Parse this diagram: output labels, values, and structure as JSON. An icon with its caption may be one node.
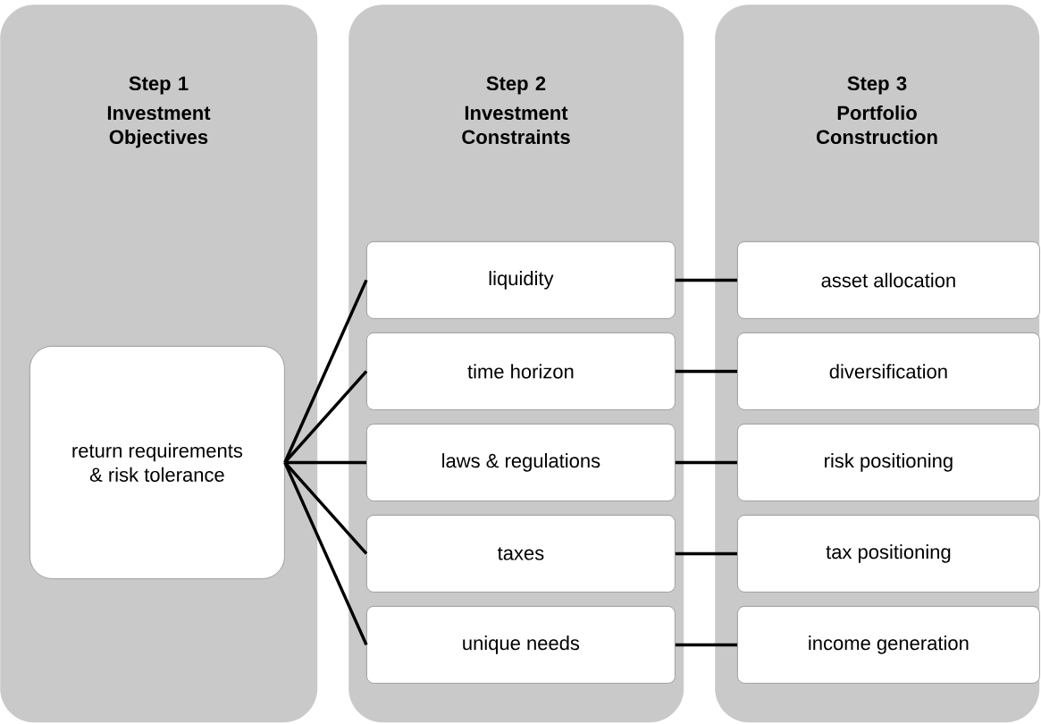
{
  "diagram": {
    "nodes": [
      {
        "text": [
          "Step 1",
          "Investment Objectives"
        ]
      },
      {
        "text": [
          "Step 2",
          "Investment Constraints"
        ]
      },
      {
        "text": [
          "Step 3",
          "Portfolio Construction"
        ]
      },
      {
        "text": [
          "return requirements & risk tolerance"
        ],
        "in": 0
      },
      {
        "text": [
          "liquidity"
        ],
        "in": 1
      },
      {
        "text": [
          "time horizon"
        ],
        "in": 1
      },
      {
        "text": [
          "laws & regulations"
        ],
        "in": 1
      },
      {
        "text": [
          "taxes"
        ],
        "in": 1
      },
      {
        "text": [
          "unique needs"
        ],
        "in": 1
      },
      {
        "text": [
          "asset allocation"
        ],
        "in": 2
      },
      {
        "text": [
          "diversification"
        ],
        "in": 2
      },
      {
        "text": [
          "risk  positioning"
        ],
        "in": 2
      },
      {
        "text": [
          "tax  positioning"
        ],
        "in": 2
      },
      {
        "text": [
          "income generation"
        ],
        "in": 2
      }
    ],
    "edges": [
      {
        "from": 3,
        "to": 4,
        "arrow": "none"
      },
      {
        "from": 3,
        "to": 5,
        "arrow": "none"
      },
      {
        "from": 3,
        "to": 6,
        "arrow": "none"
      },
      {
        "from": 3,
        "to": 7,
        "arrow": "none"
      },
      {
        "from": 3,
        "to": 8,
        "arrow": "none"
      },
      {
        "from": 4,
        "to": 9,
        "arrow": "none"
      },
      {
        "from": 5,
        "to": 10,
        "arrow": "none"
      },
      {
        "from": 6,
        "to": 11,
        "arrow": "none"
      },
      {
        "from": 7,
        "to": 12,
        "arrow": "none"
      },
      {
        "from": 8,
        "to": 13,
        "arrow": "none"
      }
    ]
  }
}
